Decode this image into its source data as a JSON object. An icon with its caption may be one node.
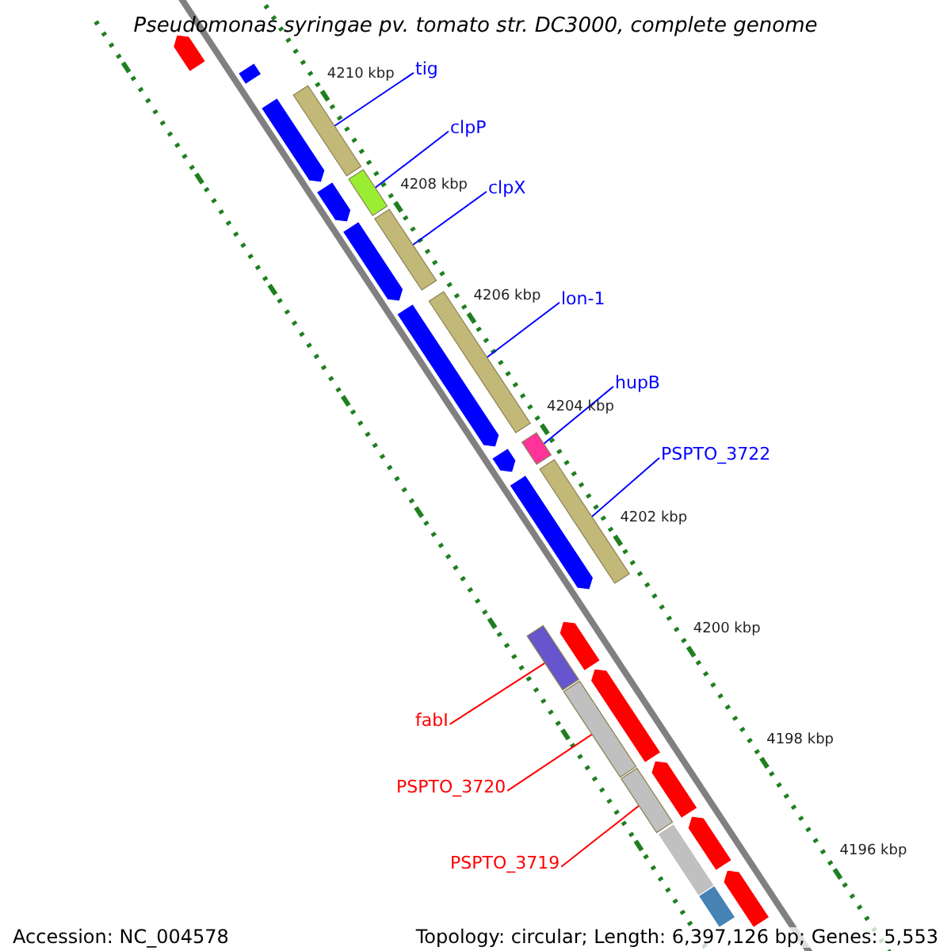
{
  "diagram": {
    "title": "Pseudomonas syringae pv. tomato str. DC3000, complete genome",
    "nodes": [
      {
        "text": [
          "tig"
        ]
      },
      {
        "text": [
          "clpP"
        ]
      },
      {
        "text": [
          "clpX"
        ]
      },
      {
        "text": [
          "lon-1"
        ]
      },
      {
        "text": [
          "hupB"
        ]
      },
      {
        "text": [
          "PSPTO_3722"
        ]
      },
      {
        "text": [
          "fabI"
        ]
      },
      {
        "text": [
          "PSPTO_3720"
        ]
      },
      {
        "text": [
          "PSPTO_3719"
        ]
      },
      {
        "text": [],
        "shape": "bar"
      },
      {
        "text": [],
        "shape": "bar"
      },
      {
        "text": [],
        "shape": "bar"
      },
      {
        "text": [],
        "shape": "bar"
      },
      {
        "text": [],
        "shape": "bar"
      },
      {
        "text": [],
        "shape": "bar"
      },
      {
        "text": [],
        "shape": "bar"
      },
      {
        "text": [],
        "shape": "bar"
      },
      {
        "text": [],
        "shape": "bar"
      },
      {
        "text": [],
        "shape": "arrow"
      },
      {
        "text": [],
        "shape": "bar"
      },
      {
        "text": [],
        "shape": "arrow"
      },
      {
        "text": [],
        "shape": "arrow"
      },
      {
        "text": [],
        "shape": "arrow"
      },
      {
        "text": [],
        "shape": "arrow"
      },
      {
        "text": [],
        "shape": "arrow"
      },
      {
        "text": [],
        "shape": "arrow"
      },
      {
        "text": [],
        "shape": "arrow"
      },
      {
        "text": [],
        "shape": "arrow"
      },
      {
        "text": [],
        "shape": "arrow"
      },
      {
        "text": [],
        "shape": "arrow"
      },
      {
        "text": [],
        "shape": "arrow"
      },
      {
        "text": [],
        "shape": "bar"
      },
      {
        "text": [],
        "shape": "bar"
      }
    ],
    "edges": [
      {
        "from": 0,
        "to": 9,
        "arrow": "none"
      },
      {
        "from": 1,
        "to": 10,
        "arrow": "none"
      },
      {
        "from": 2,
        "to": 11,
        "arrow": "none"
      },
      {
        "from": 3,
        "to": 12,
        "arrow": "none"
      },
      {
        "from": 4,
        "to": 13,
        "arrow": "none"
      },
      {
        "from": 5,
        "to": 14,
        "arrow": "none"
      },
      {
        "from": 6,
        "to": 15,
        "arrow": "none",
        "color": "#ff0000"
      },
      {
        "from": 7,
        "to": 16,
        "arrow": "none",
        "color": "#ff0000"
      },
      {
        "from": 8,
        "to": 17,
        "arrow": "none",
        "color": "#ff0000"
      }
    ],
    "labels": [
      "4210 kbp",
      "4208 kbp",
      "4206 kbp",
      "4204 kbp",
      "4202 kbp",
      "4200 kbp",
      "4198 kbp",
      "4196 kbp",
      "Accession: NC_004578",
      "Topology: circular; Length: 6,397,126 bp; Genes: 5,553"
    ]
  }
}
